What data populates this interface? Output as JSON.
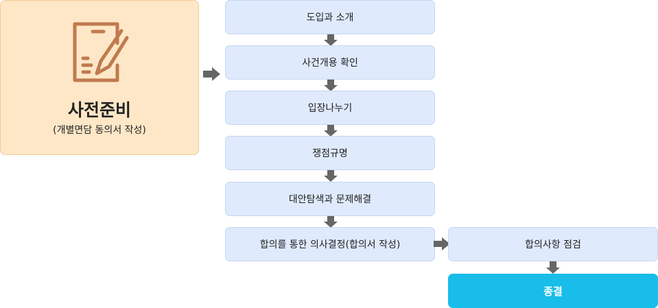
{
  "prep": {
    "title": "사전준비",
    "subtitle": "(개별면담 동의서 작성)",
    "icon": "document-edit-icon"
  },
  "steps": [
    "도입과 소개",
    "사건개용 확인",
    "입장나누기",
    "쟁점규명",
    "대안탐색과 문제해결",
    "합의를 통한 의사결정(합의서 작성)"
  ],
  "review": "합의사항 점검",
  "final": "종결",
  "colors": {
    "prep_fill": "#fde7c7",
    "prep_border": "#f4c996",
    "icon": "#c07a4f",
    "step_fill": "#dfeafd",
    "step_border": "#c5d7f1",
    "final_fill": "#18bde9",
    "arrow": "#666666"
  }
}
